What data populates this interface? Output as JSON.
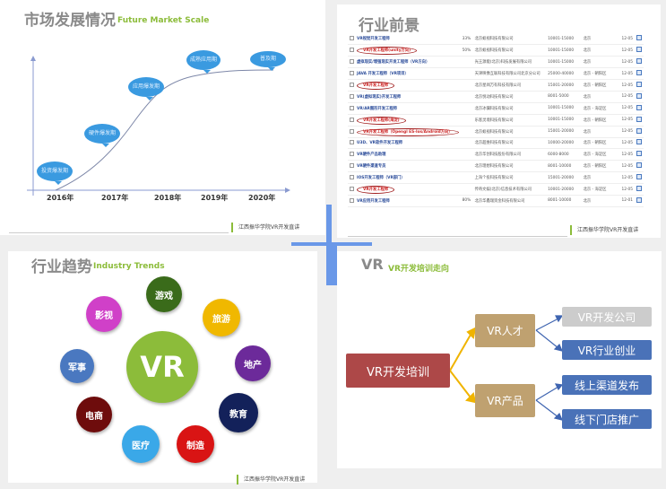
{
  "market": {
    "title": "市场发展情况",
    "subtitle": "Future Market Scale",
    "stages": [
      "投资爆发期",
      "硬件爆发期",
      "应用爆发期",
      "成熟应用期",
      "普及期"
    ],
    "years": [
      "2016年",
      "2017年",
      "2018年",
      "2019年",
      "2020年"
    ],
    "footer": "江西振华学院VR开发直讲"
  },
  "prospects": {
    "title": "行业前景",
    "footer": "江西振华学院VR开发直讲",
    "rows": [
      {
        "job": "VR视觉开发工程师",
        "pct": "33%",
        "company": "北京蚁视科技有限公司",
        "salary": "10001-15000",
        "city": "北京",
        "date": "12-05",
        "hl": false
      },
      {
        "job": "VR开发工程师(unity方向)",
        "pct": "50%",
        "company": "北京蚁视科技有限公司",
        "salary": "10001-15000",
        "city": "北京",
        "date": "12-05",
        "hl": true
      },
      {
        "job": "虚拟现实/增强现实开发工程师（VR方向）",
        "pct": "",
        "company": "光王源能(北京)科技发展有限公司",
        "salary": "10001-15000",
        "city": "北京",
        "date": "12-05",
        "hl": false
      },
      {
        "job": "JAVA 开发工程师（VR项目）",
        "pct": "",
        "company": "天津映像互联科技有限公司北京分公司",
        "salary": "25000-40000",
        "city": "北京 - 朝阳区",
        "date": "12-05",
        "hl": false
      },
      {
        "job": "VR开发工程师",
        "pct": "",
        "company": "北京星闻万有科技有限公司",
        "salary": "15001-20000",
        "city": "北京 - 朝阳区",
        "date": "12-05",
        "hl": true
      },
      {
        "job": "VR(虚拟现实)开发工程师",
        "pct": "",
        "company": "北京悦动科技有限公司",
        "salary": "8001-5000",
        "city": "北京",
        "date": "12-05",
        "hl": false
      },
      {
        "job": "VR/AR图形开发工程师",
        "pct": "",
        "company": "北京冰骥科技有限公司",
        "salary": "10001-15000",
        "city": "北京 - 海淀区",
        "date": "12-05",
        "hl": false
      },
      {
        "job": "VR开发工程师(海淀)",
        "pct": "",
        "company": "乐客灵境科技有限公司",
        "salary": "10001-15000",
        "city": "北京 - 朝阳区",
        "date": "12-05",
        "hl": true
      },
      {
        "job": "VR开发工程师（Opengl ES-Ios/Android方向）",
        "pct": "",
        "company": "北京蚁视科技有限公司",
        "salary": "15001-20000",
        "city": "北京",
        "date": "12-05",
        "hl": true
      },
      {
        "job": "U3D、VR软件开发工程师",
        "pct": "",
        "company": "北京超维科技有限公司",
        "salary": "10000-20000",
        "city": "北京 - 朝阳区",
        "date": "12-05",
        "hl": false
      },
      {
        "job": "VR硬件产品助理",
        "pct": "",
        "company": "北京华创科技股份有限公司",
        "salary": "6000-8000",
        "city": "北京 - 海淀区",
        "date": "12-05",
        "hl": false
      },
      {
        "job": "VR硬件渠道专员",
        "pct": "",
        "company": "北京理想科技有限公司",
        "salary": "8001-10000",
        "city": "北京 - 朝阳区",
        "date": "12-05",
        "hl": false
      },
      {
        "job": "IOS开发工程师（VR部门）",
        "pct": "",
        "company": "上海个投科技有限公司",
        "salary": "15001-20000",
        "city": "北京",
        "date": "12-05",
        "hl": false
      },
      {
        "job": "VR开发工程师",
        "pct": "",
        "company": "传奇文娱(北京)信息技术有限公司",
        "salary": "10001-20000",
        "city": "北京 - 海淀区",
        "date": "12-05",
        "hl": true
      },
      {
        "job": "VR应用开发工程师",
        "pct": "80%",
        "company": "北京华鑫瑞资金科技有限公司",
        "salary": "8001-10000",
        "city": "北京",
        "date": "12-01",
        "hl": false
      }
    ]
  },
  "trends": {
    "title": "行业趋势",
    "subtitle": "Industry Trends",
    "center": "VR",
    "footer": "江西振华学院VR开发直讲",
    "sectors": [
      {
        "label": "游戏",
        "color": "#3a6b1a"
      },
      {
        "label": "旅游",
        "color": "#f0b800"
      },
      {
        "label": "地产",
        "color": "#6c2a9a"
      },
      {
        "label": "教育",
        "color": "#13215a"
      },
      {
        "label": "制造",
        "color": "#d91414"
      },
      {
        "label": "医疗",
        "color": "#3aa8e8"
      },
      {
        "label": "电商",
        "color": "#6e0c0c"
      },
      {
        "label": "军事",
        "color": "#4a78c0"
      },
      {
        "label": "影视",
        "color": "#d040c8"
      }
    ]
  },
  "training": {
    "title": "VR",
    "subtitle": "VR开发培训走向",
    "root": "VR开发培训",
    "branches": [
      "VR人才",
      "VR产品"
    ],
    "leaves": [
      "VR开发公司",
      "VR行业创业",
      "线上渠道发布",
      "线下门店推广"
    ]
  }
}
